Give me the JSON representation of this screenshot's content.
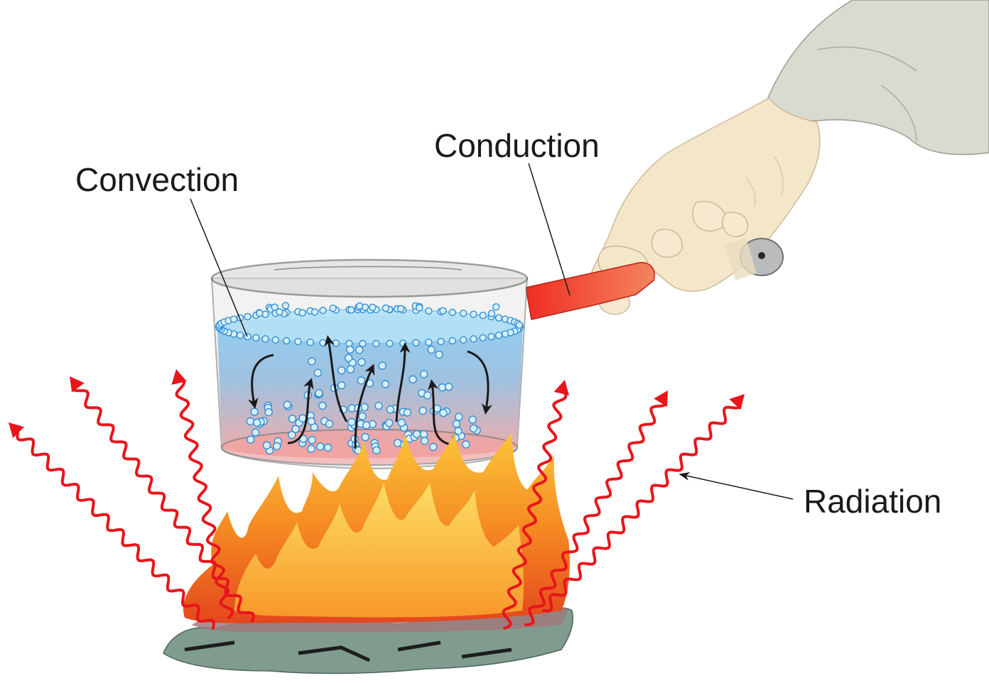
{
  "diagram": {
    "labels": {
      "convection": "Convection",
      "conduction": "Conduction",
      "radiation": "Radiation"
    },
    "colors": {
      "radiation_wave": "#e8151b",
      "water_top": "#8ccdf0",
      "water_bottom": "#f4a7a3",
      "bubble": "#2f8fd6",
      "handle": "#ef3b2c",
      "flame_outer": "#f47a20",
      "flame_inner": "#fbd23a",
      "coal": "#7d9c8e",
      "pot_metal": "#d4d6d4",
      "skin": "#f3e2c3",
      "sleeve": "#d7d9cf"
    },
    "icons": [
      "pot-icon",
      "hand-icon",
      "fire-icon",
      "wave-arrow-icon",
      "convection-arrow-icon"
    ]
  }
}
